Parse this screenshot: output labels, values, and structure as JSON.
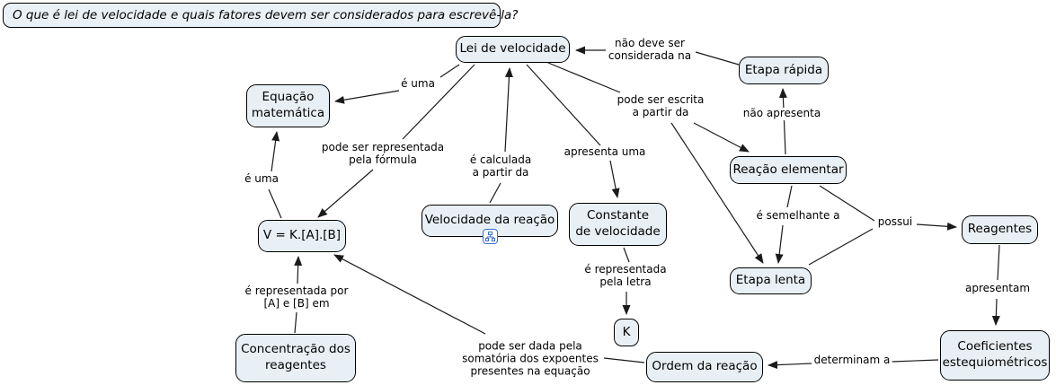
{
  "title": "O que é lei de velocidade e quais fatores devem ser considerados para escrevê-la?",
  "concepts": {
    "lei_de_velocidade": "Lei de velocidade",
    "etapa_rapida": "Etapa rápida",
    "equacao_matematica": "Equação\nmatemática",
    "reacao_elementar": "Reação elementar",
    "formula": "V = K.[A].[B]",
    "velocidade_da_reacao": "Velocidade da reação",
    "constante_de_velocidade": "Constante\nde velocidade",
    "etapa_lenta": "Etapa lenta",
    "reagentes": "Reagentes",
    "k": "K",
    "concentracao_dos_reagentes": "Concentração dos\nreagentes",
    "ordem_da_reacao": "Ordem da reação",
    "coeficientes_estequiometricos": "Coeficientes\nestequiométricos"
  },
  "linking_phrases": {
    "e_uma_top": "é uma",
    "nao_deve_ser_considerada_na": "não deve ser\nconsiderada na",
    "nao_apresenta": "não apresenta",
    "pode_ser_escrita_a_partir_da": "pode ser escrita\na partir da",
    "pode_ser_representada_pela_formula": "pode ser representada\npela fórmula",
    "e_calculada_a_partir_da": "é calculada\na partir da",
    "apresenta_uma": "apresenta uma",
    "e_uma_left": "é uma",
    "e_semelhante_a": "é semelhante a",
    "possui": "possui",
    "e_representada_pela_letra": "é representada\npela letra",
    "apresentam": "apresentam",
    "e_representada_por": "é representada por\n[A] e [B] em",
    "pode_ser_dada_pela_somatoria": "pode ser dada pela\nsomatória dos expoentes\npresentes na equação",
    "determinam_a": "determinam a"
  },
  "icons": {
    "velocidade_resource_icon": "hierarchy-tree-icon"
  },
  "colors": {
    "node_fill": "#e9f0f5",
    "node_border": "#000000",
    "edge": "#1a1a1a",
    "background": "#ffffff",
    "resource_icon_accent": "#3b6fd4"
  }
}
